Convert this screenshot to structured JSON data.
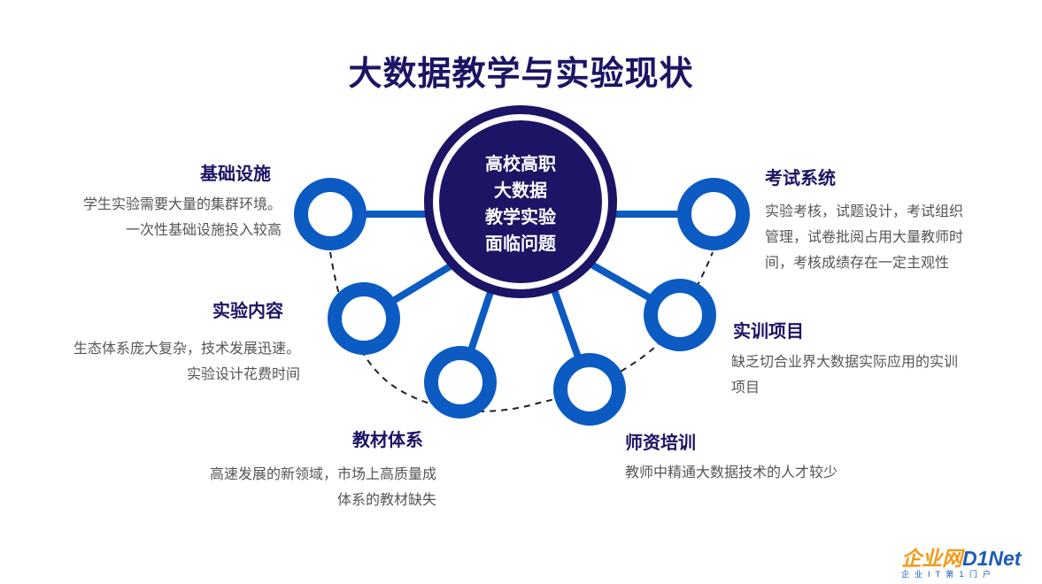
{
  "title": "大数据教学与实验现状",
  "center": {
    "lines": [
      "高校高职",
      "大数据",
      "教学实验",
      "面临问题"
    ]
  },
  "nodes": [
    {
      "title": "基础设施",
      "desc": [
        "学生实验需要大量的集群环境。",
        "一次性基础设施投入较高"
      ]
    },
    {
      "title": "实验内容",
      "desc": [
        "生态体系庞大复杂，技术发展迅速。",
        "实验设计花费时间"
      ]
    },
    {
      "title": "教材体系",
      "desc": [
        "高速发展的新领域，市场上高质量成",
        "体系的教材缺失"
      ]
    },
    {
      "title": "师资培训",
      "desc": [
        "教师中精通大数据技术的人才较少"
      ]
    },
    {
      "title": "实训项目",
      "desc": [
        "缺乏切合业界大数据实际应用的实训",
        "项目"
      ]
    },
    {
      "title": "考试系统",
      "desc": [
        "实验考核，试题设计，考试组织",
        "管理，试卷批阅占用大量教师时",
        "间，考核成绩存在一定主观性"
      ]
    }
  ],
  "logo": {
    "main_a": "企业网",
    "main_b": "D1Net",
    "sub": "企业IT第1门户"
  },
  "colors": {
    "navy": "#1c1464",
    "blue": "#0b5bc2",
    "text": "#555555"
  }
}
